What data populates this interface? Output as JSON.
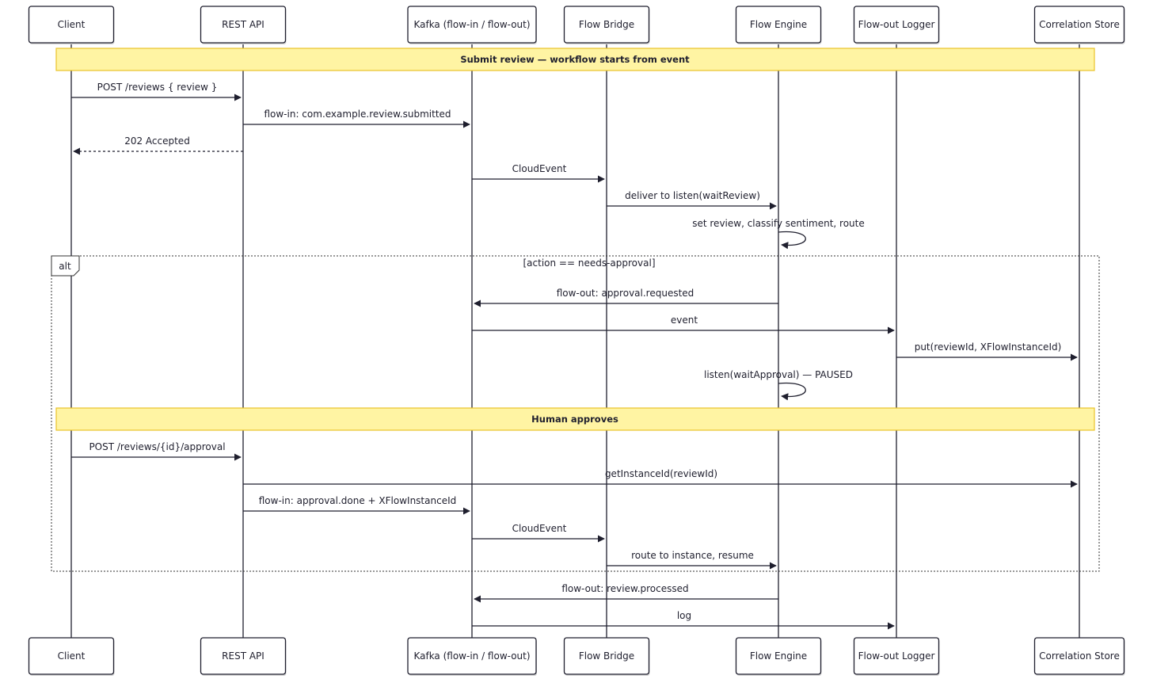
{
  "colors": {
    "line": "#1f1f2e",
    "note_fill": "#fff4a3",
    "note_stroke": "#e8c32a",
    "box_fill": "#ffffff",
    "frame": "#333333"
  },
  "participants": [
    {
      "id": "client",
      "label": "Client"
    },
    {
      "id": "rest",
      "label": "REST API"
    },
    {
      "id": "kafka",
      "label": "Kafka (flow-in / flow-out)"
    },
    {
      "id": "bridge",
      "label": "Flow Bridge"
    },
    {
      "id": "engine",
      "label": "Flow Engine"
    },
    {
      "id": "logger",
      "label": "Flow-out Logger"
    },
    {
      "id": "store",
      "label": "Correlation Store"
    }
  ],
  "notes": {
    "submit": "Submit review — workflow starts from event",
    "approve": "Human approves"
  },
  "alt_block": {
    "keyword": "alt",
    "condition": "[action == needs-approval]"
  },
  "messages": [
    {
      "from": "client",
      "to": "rest",
      "label": "POST /reviews { review }",
      "style": "solid"
    },
    {
      "from": "rest",
      "to": "kafka",
      "label": "flow-in: com.example.review.submitted",
      "style": "solid"
    },
    {
      "from": "rest",
      "to": "client",
      "label": "202 Accepted",
      "style": "dashed"
    },
    {
      "from": "kafka",
      "to": "bridge",
      "label": "CloudEvent",
      "style": "solid"
    },
    {
      "from": "bridge",
      "to": "engine",
      "label": "deliver to listen(waitReview)",
      "style": "solid"
    },
    {
      "from": "engine",
      "to": "engine",
      "label": "set review, classify sentiment, route",
      "style": "self"
    },
    {
      "from": "engine",
      "to": "kafka",
      "label": "flow-out: approval.requested",
      "style": "solid"
    },
    {
      "from": "kafka",
      "to": "logger",
      "label": "event",
      "style": "solid"
    },
    {
      "from": "logger",
      "to": "store",
      "label": "put(reviewId, XFlowInstanceId)",
      "style": "solid"
    },
    {
      "from": "engine",
      "to": "engine",
      "label": "listen(waitApproval) — PAUSED",
      "style": "self"
    },
    {
      "from": "client",
      "to": "rest",
      "label": "POST /reviews/{id}/approval",
      "style": "solid"
    },
    {
      "from": "rest",
      "to": "store",
      "label": "getInstanceId(reviewId)",
      "style": "solid"
    },
    {
      "from": "rest",
      "to": "kafka",
      "label": "flow-in: approval.done + XFlowInstanceId",
      "style": "solid"
    },
    {
      "from": "kafka",
      "to": "bridge",
      "label": "CloudEvent",
      "style": "solid"
    },
    {
      "from": "bridge",
      "to": "engine",
      "label": "route to instance, resume",
      "style": "solid"
    },
    {
      "from": "engine",
      "to": "kafka",
      "label": "flow-out: review.processed",
      "style": "solid"
    },
    {
      "from": "kafka",
      "to": "logger",
      "label": "log",
      "style": "solid"
    }
  ]
}
